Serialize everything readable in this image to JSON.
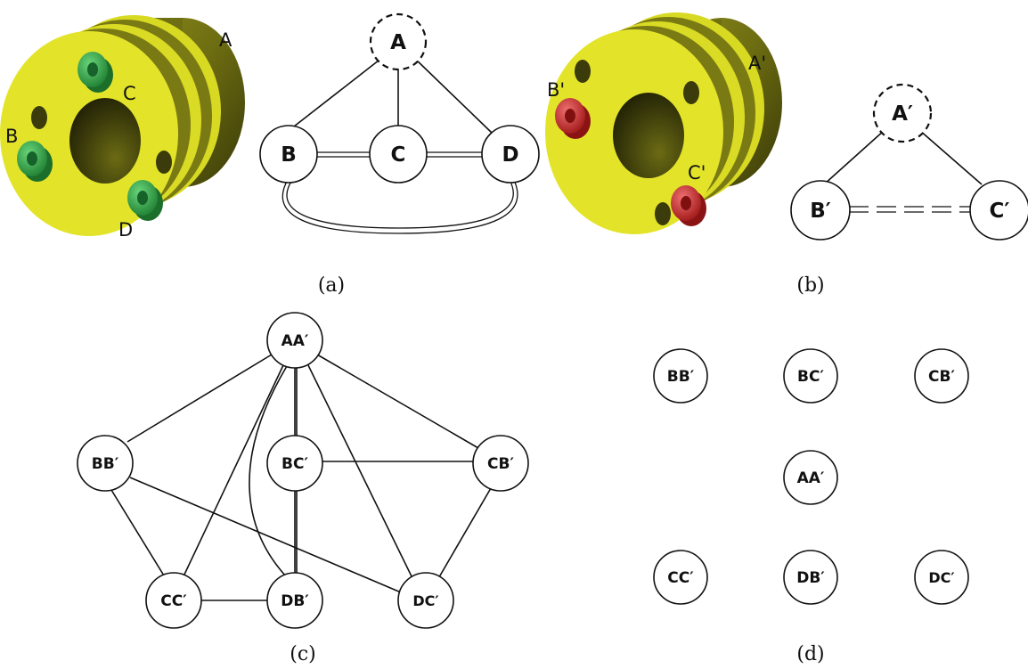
{
  "panel_a": {
    "part_labels": [
      "A",
      "B",
      "C",
      "D"
    ],
    "graph_nodes": [
      "A",
      "B",
      "C",
      "D"
    ],
    "caption": "(a)"
  },
  "panel_b": {
    "part_labels": [
      "A'",
      "B'",
      "C'"
    ],
    "graph_nodes": [
      "A′",
      "B′",
      "C′"
    ],
    "caption": "(b)"
  },
  "panel_c": {
    "nodes": [
      "AA′",
      "BB′",
      "BC′",
      "CB′",
      "CC′",
      "DB′",
      "DC′"
    ],
    "caption": "(c)"
  },
  "panel_d": {
    "nodes": [
      "BB′",
      "BC′",
      "CB′",
      "AA′",
      "CC′",
      "DB′",
      "DC′"
    ],
    "caption": "(d)"
  },
  "colors": {
    "part_body": "#e3e42a",
    "screw_green": "#2fa84a",
    "screw_red": "#d42a2a"
  }
}
